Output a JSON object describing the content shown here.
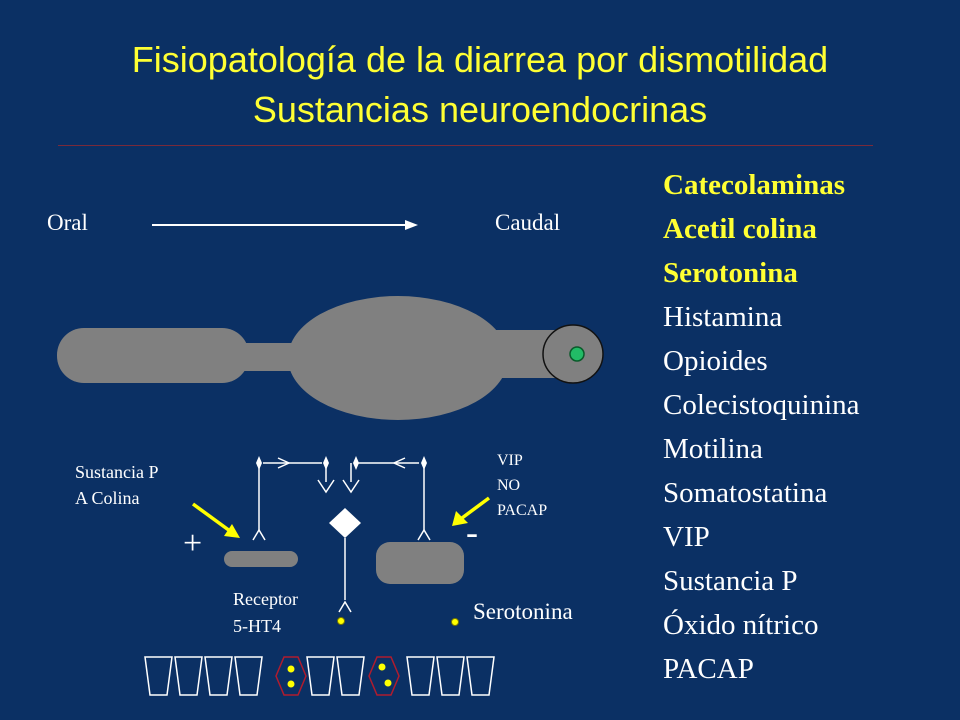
{
  "slide": {
    "title_line1": "Fisiopatología de la diarrea por dismotilidad",
    "title_line2": "Sustancias neuroendocrinas"
  },
  "diagram": {
    "oral_label": "Oral",
    "caudal_label": "Caudal",
    "left_label_line1": "Sustancia P",
    "left_label_line2": "A Colina",
    "plus_sign": "+",
    "minus_sign": "-",
    "right_label_line1": "VIP",
    "right_label_line2": "NO",
    "right_label_line3": "PACAP",
    "receptor_line1": "Receptor",
    "receptor_line2": "5-HT4",
    "serotonin_label": "Serotonina"
  },
  "substances": [
    {
      "name": "Catecolaminas",
      "highlighted": true
    },
    {
      "name": "Acetil colina",
      "highlighted": true
    },
    {
      "name": "Serotonina",
      "highlighted": true
    },
    {
      "name": "Histamina",
      "highlighted": false
    },
    {
      "name": "Opioides",
      "highlighted": false
    },
    {
      "name": "Colecistoquinina",
      "highlighted": false
    },
    {
      "name": "Motilina",
      "highlighted": false
    },
    {
      "name": "Somatostatina",
      "highlighted": false
    },
    {
      "name": "VIP",
      "highlighted": false
    },
    {
      "name": "Sustancia P",
      "highlighted": false
    },
    {
      "name": "Óxido nítrico",
      "highlighted": false
    },
    {
      "name": "PACAP",
      "highlighted": false
    }
  ],
  "colors": {
    "background": "#0b3064",
    "title": "#ffff33",
    "highlight": "#ffff33",
    "text": "#ffffff",
    "gut": "#808080",
    "bolus": "#22bb66",
    "arrow": "#ffff00",
    "cell_border": "#b01c2e"
  }
}
